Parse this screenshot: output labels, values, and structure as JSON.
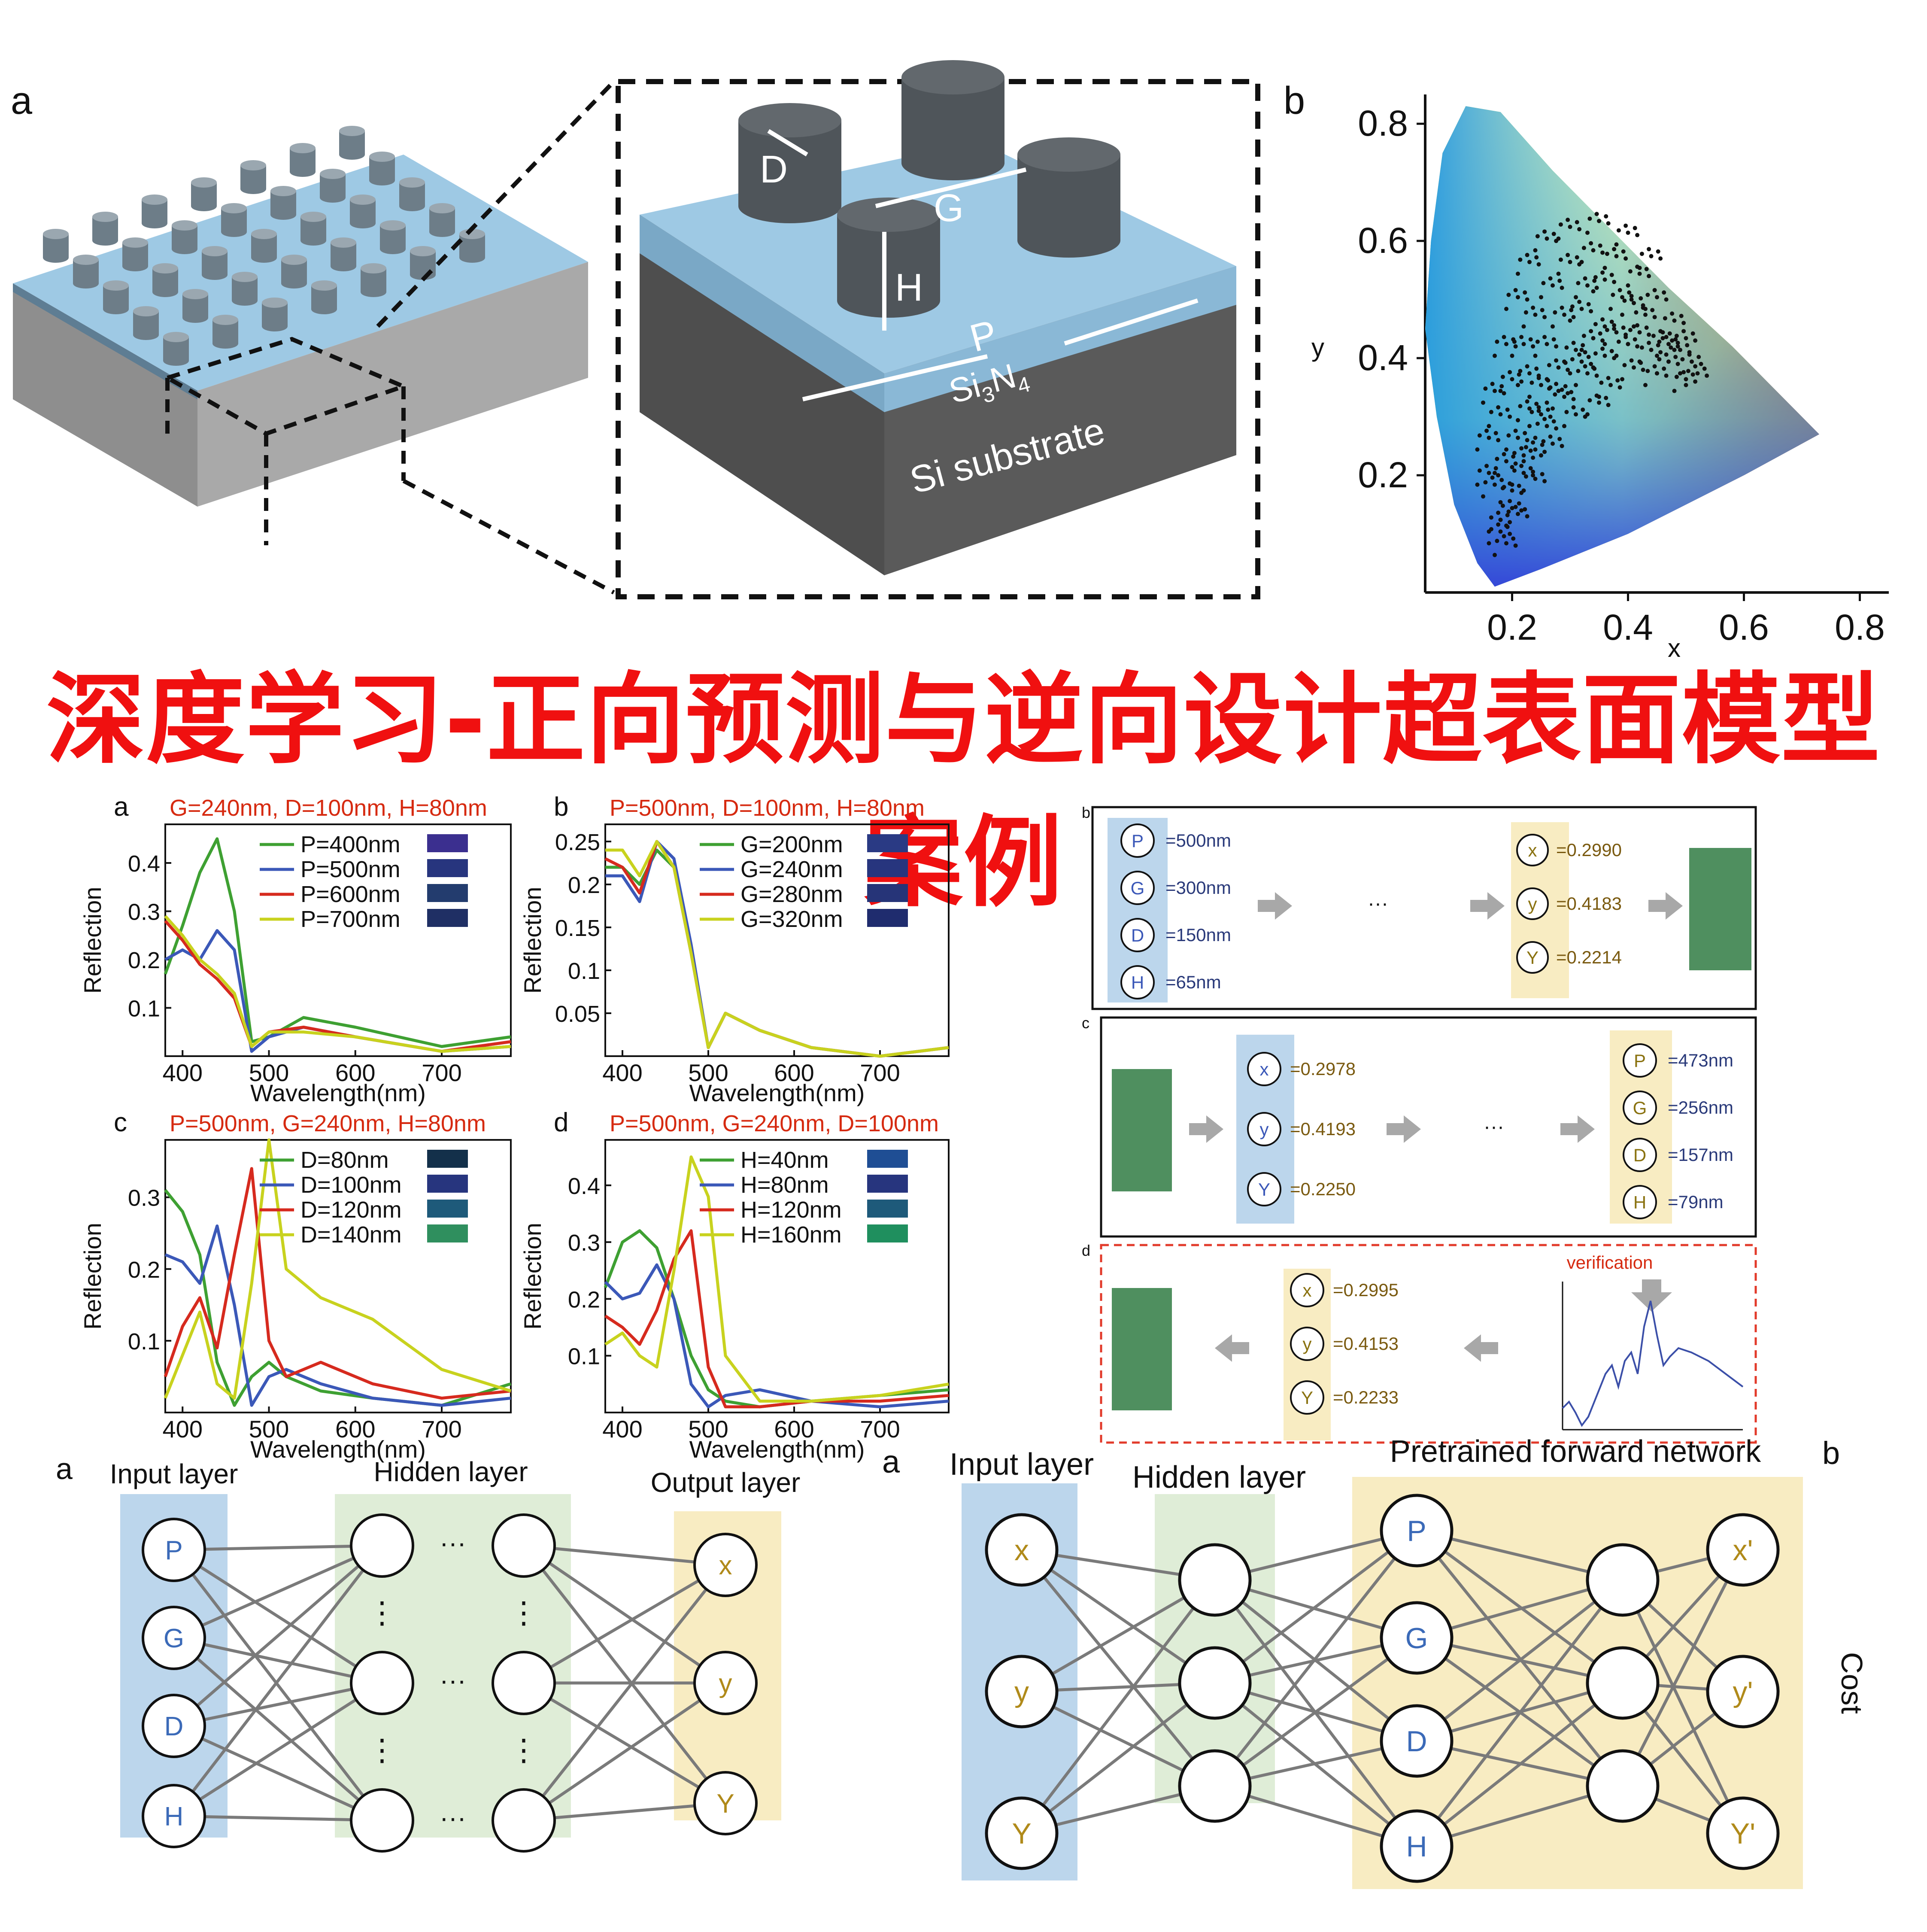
{
  "panel_a_top": {
    "label": "a",
    "dims": {
      "D": "D",
      "G": "G",
      "H": "H",
      "P": "P"
    },
    "layer_label": "Si3N4",
    "substrate_label": "Si substrate"
  },
  "panel_b_top": {
    "label": "b",
    "chart_data": {
      "type": "scatter",
      "title": "",
      "xlabel": "x",
      "ylabel": "y",
      "xlim": [
        0.05,
        0.85
      ],
      "ylim": [
        0.0,
        0.85
      ],
      "xticks": [
        "0.2",
        "0.4",
        "0.6",
        "0.8"
      ],
      "yticks": [
        "0.2",
        "0.4",
        "0.6",
        "0.8"
      ],
      "points": [
        [
          0.18,
          0.12
        ],
        [
          0.17,
          0.18
        ],
        [
          0.19,
          0.22
        ],
        [
          0.21,
          0.26
        ],
        [
          0.23,
          0.31
        ],
        [
          0.25,
          0.35
        ],
        [
          0.28,
          0.38
        ],
        [
          0.31,
          0.41
        ],
        [
          0.34,
          0.43
        ],
        [
          0.38,
          0.44
        ],
        [
          0.42,
          0.44
        ],
        [
          0.46,
          0.43
        ],
        [
          0.49,
          0.41
        ],
        [
          0.51,
          0.39
        ],
        [
          0.52,
          0.37
        ],
        [
          0.2,
          0.14
        ],
        [
          0.22,
          0.2
        ],
        [
          0.24,
          0.24
        ],
        [
          0.26,
          0.28
        ],
        [
          0.29,
          0.33
        ],
        [
          0.33,
          0.37
        ],
        [
          0.36,
          0.4
        ],
        [
          0.4,
          0.42
        ],
        [
          0.44,
          0.41
        ],
        [
          0.47,
          0.39
        ],
        [
          0.5,
          0.36
        ],
        [
          0.18,
          0.3
        ],
        [
          0.2,
          0.36
        ],
        [
          0.22,
          0.42
        ],
        [
          0.24,
          0.47
        ],
        [
          0.27,
          0.52
        ],
        [
          0.3,
          0.56
        ],
        [
          0.34,
          0.58
        ],
        [
          0.38,
          0.57
        ],
        [
          0.42,
          0.54
        ],
        [
          0.45,
          0.5
        ],
        [
          0.48,
          0.46
        ],
        [
          0.26,
          0.6
        ],
        [
          0.3,
          0.62
        ],
        [
          0.35,
          0.63
        ],
        [
          0.4,
          0.61
        ],
        [
          0.44,
          0.57
        ],
        [
          0.21,
          0.5
        ],
        [
          0.23,
          0.56
        ],
        [
          0.19,
          0.42
        ],
        [
          0.17,
          0.34
        ],
        [
          0.16,
          0.26
        ],
        [
          0.16,
          0.2
        ],
        [
          0.18,
          0.1
        ],
        [
          0.2,
          0.17
        ],
        [
          0.22,
          0.23
        ],
        [
          0.25,
          0.3
        ],
        [
          0.28,
          0.34
        ],
        [
          0.32,
          0.39
        ],
        [
          0.36,
          0.45
        ],
        [
          0.39,
          0.5
        ],
        [
          0.33,
          0.52
        ],
        [
          0.29,
          0.47
        ],
        [
          0.26,
          0.42
        ],
        [
          0.23,
          0.37
        ],
        [
          0.43,
          0.47
        ],
        [
          0.47,
          0.42
        ],
        [
          0.5,
          0.43
        ],
        [
          0.37,
          0.35
        ],
        [
          0.41,
          0.38
        ],
        [
          0.45,
          0.37
        ],
        [
          0.31,
          0.3
        ],
        [
          0.35,
          0.32
        ],
        [
          0.27,
          0.25
        ],
        [
          0.24,
          0.19
        ],
        [
          0.21,
          0.13
        ],
        [
          0.19,
          0.08
        ],
        [
          0.32,
          0.48
        ],
        [
          0.36,
          0.53
        ],
        [
          0.41,
          0.49
        ]
      ]
    }
  },
  "banner": "深度学习-正向预测与逆向设计超表面模型案例",
  "spectra": [
    {
      "label": "a",
      "chart_data": {
        "type": "line",
        "title": "G=240nm, D=100nm, H=80nm",
        "xlabel": "Wavelength(nm)",
        "ylabel": "Reflection",
        "xlim": [
          380,
          780
        ],
        "ylim": [
          0,
          0.48
        ],
        "xticks": [
          400,
          500,
          600,
          700
        ],
        "yticks": [
          0.1,
          0.2,
          0.3,
          0.4
        ],
        "x": [
          380,
          400,
          420,
          440,
          460,
          480,
          500,
          540,
          600,
          700,
          780
        ],
        "series": [
          {
            "name": "P=400nm",
            "color": "#3ea032",
            "swatch": "#3b2f8f",
            "values": [
              0.17,
              0.27,
              0.38,
              0.45,
              0.3,
              0.03,
              0.04,
              0.08,
              0.06,
              0.02,
              0.04
            ]
          },
          {
            "name": "P=500nm",
            "color": "#3b58b8",
            "swatch": "#27357e",
            "values": [
              0.2,
              0.22,
              0.2,
              0.26,
              0.22,
              0.01,
              0.04,
              0.06,
              0.04,
              0.01,
              0.02
            ]
          },
          {
            "name": "P=600nm",
            "color": "#d62a1e",
            "swatch": "#233c6e",
            "values": [
              0.28,
              0.24,
              0.19,
              0.16,
              0.12,
              0.02,
              0.05,
              0.06,
              0.04,
              0.01,
              0.03
            ]
          },
          {
            "name": "P=700nm",
            "color": "#c8d21e",
            "swatch": "#1f2f64",
            "values": [
              0.29,
              0.25,
              0.2,
              0.17,
              0.13,
              0.02,
              0.05,
              0.05,
              0.04,
              0.01,
              0.02
            ]
          }
        ]
      }
    },
    {
      "label": "b",
      "chart_data": {
        "type": "line",
        "title": "P=500nm, D=100nm, H=80nm",
        "xlabel": "Wavelength(nm)",
        "ylabel": "Reflection",
        "xlim": [
          380,
          780
        ],
        "ylim": [
          0,
          0.27
        ],
        "xticks": [
          400,
          500,
          600,
          700
        ],
        "yticks": [
          0.05,
          0.1,
          0.15,
          0.2,
          0.25
        ],
        "x": [
          380,
          400,
          420,
          440,
          460,
          480,
          500,
          520,
          560,
          620,
          700,
          780
        ],
        "series": [
          {
            "name": "G=200nm",
            "color": "#3ea032",
            "swatch": "#2a3a84",
            "values": [
              0.22,
              0.22,
              0.2,
              0.24,
              0.22,
              0.12,
              0.01,
              0.05,
              0.03,
              0.01,
              0.0,
              0.01
            ]
          },
          {
            "name": "G=240nm",
            "color": "#3b58b8",
            "swatch": "#27357e",
            "values": [
              0.21,
              0.21,
              0.18,
              0.25,
              0.23,
              0.13,
              0.01,
              0.05,
              0.03,
              0.01,
              0.0,
              0.01
            ]
          },
          {
            "name": "G=280nm",
            "color": "#d62a1e",
            "swatch": "#263478",
            "values": [
              0.23,
              0.22,
              0.19,
              0.25,
              0.22,
              0.12,
              0.01,
              0.05,
              0.03,
              0.01,
              0.0,
              0.01
            ]
          },
          {
            "name": "G=320nm",
            "color": "#c8d21e",
            "swatch": "#1f2c6e",
            "values": [
              0.24,
              0.24,
              0.21,
              0.25,
              0.22,
              0.12,
              0.01,
              0.05,
              0.03,
              0.01,
              0.0,
              0.01
            ]
          }
        ]
      }
    },
    {
      "label": "c",
      "chart_data": {
        "type": "line",
        "title": "P=500nm, G=240nm, H=80nm",
        "xlabel": "Wavelength(nm)",
        "ylabel": "Reflection",
        "xlim": [
          380,
          780
        ],
        "ylim": [
          0,
          0.38
        ],
        "xticks": [
          400,
          500,
          600,
          700
        ],
        "yticks": [
          0.1,
          0.2,
          0.3
        ],
        "x": [
          380,
          400,
          420,
          440,
          460,
          480,
          500,
          520,
          560,
          620,
          700,
          780
        ],
        "series": [
          {
            "name": "D=80nm",
            "color": "#3ea032",
            "swatch": "#13304a",
            "values": [
              0.31,
              0.28,
              0.22,
              0.07,
              0.01,
              0.05,
              0.07,
              0.05,
              0.03,
              0.02,
              0.01,
              0.04
            ]
          },
          {
            "name": "D=100nm",
            "color": "#3b58b8",
            "swatch": "#27357e",
            "values": [
              0.22,
              0.21,
              0.18,
              0.26,
              0.15,
              0.01,
              0.05,
              0.06,
              0.04,
              0.02,
              0.01,
              0.02
            ]
          },
          {
            "name": "D=120nm",
            "color": "#d62a1e",
            "swatch": "#1e5a7a",
            "values": [
              0.05,
              0.12,
              0.16,
              0.09,
              0.22,
              0.34,
              0.1,
              0.05,
              0.07,
              0.04,
              0.02,
              0.03
            ]
          },
          {
            "name": "D=140nm",
            "color": "#c8d21e",
            "swatch": "#2f8f5e",
            "values": [
              0.02,
              0.08,
              0.14,
              0.04,
              0.02,
              0.18,
              0.38,
              0.2,
              0.16,
              0.13,
              0.06,
              0.03
            ]
          }
        ]
      }
    },
    {
      "label": "d",
      "chart_data": {
        "type": "line",
        "title": "P=500nm, G=240nm, D=100nm",
        "xlabel": "Wavelength(nm)",
        "ylabel": "Reflection",
        "xlim": [
          380,
          780
        ],
        "ylim": [
          0,
          0.48
        ],
        "xticks": [
          400,
          500,
          600,
          700
        ],
        "yticks": [
          0.1,
          0.2,
          0.3,
          0.4
        ],
        "x": [
          380,
          400,
          420,
          440,
          460,
          480,
          500,
          520,
          560,
          620,
          700,
          780
        ],
        "series": [
          {
            "name": "H=40nm",
            "color": "#3ea032",
            "swatch": "#1f4e94",
            "values": [
              0.22,
              0.3,
              0.32,
              0.29,
              0.2,
              0.1,
              0.04,
              0.02,
              0.01,
              0.02,
              0.03,
              0.04
            ]
          },
          {
            "name": "H=80nm",
            "color": "#3b58b8",
            "swatch": "#27357e",
            "values": [
              0.23,
              0.2,
              0.21,
              0.26,
              0.2,
              0.05,
              0.01,
              0.03,
              0.04,
              0.02,
              0.01,
              0.02
            ]
          },
          {
            "name": "H=120nm",
            "color": "#d62a1e",
            "swatch": "#1e5a7a",
            "values": [
              0.17,
              0.15,
              0.12,
              0.18,
              0.27,
              0.32,
              0.08,
              0.01,
              0.01,
              0.02,
              0.02,
              0.03
            ]
          },
          {
            "name": "H=160nm",
            "color": "#c8d21e",
            "swatch": "#1f8f5e",
            "values": [
              0.12,
              0.14,
              0.1,
              0.08,
              0.25,
              0.45,
              0.38,
              0.1,
              0.02,
              0.02,
              0.03,
              0.05
            ]
          }
        ]
      }
    }
  ],
  "flow_b": {
    "label": "b",
    "inputs": [
      {
        "sym": "P",
        "val": "=500nm"
      },
      {
        "sym": "G",
        "val": "=300nm"
      },
      {
        "sym": "D",
        "val": "=150nm"
      },
      {
        "sym": "H",
        "val": "=65nm"
      }
    ],
    "dots": "···",
    "outputs": [
      {
        "sym": "x",
        "val": "=0.2990"
      },
      {
        "sym": "y",
        "val": "=0.4183"
      },
      {
        "sym": "Y",
        "val": "=0.2214"
      }
    ],
    "swatch": "#4f8f5f"
  },
  "flow_c": {
    "label": "c",
    "swatch": "#4f8f5f",
    "inputs": [
      {
        "sym": "x",
        "val": "=0.2978"
      },
      {
        "sym": "y",
        "val": "=0.4193"
      },
      {
        "sym": "Y",
        "val": "=0.2250"
      }
    ],
    "dots": "···",
    "outputs": [
      {
        "sym": "P",
        "val": "=473nm"
      },
      {
        "sym": "G",
        "val": "=256nm"
      },
      {
        "sym": "D",
        "val": "=157nm"
      },
      {
        "sym": "H",
        "val": "=79nm"
      }
    ]
  },
  "flow_d": {
    "label": "d",
    "swatch": "#4f8f5f",
    "values": [
      {
        "sym": "x",
        "val": "=0.2995"
      },
      {
        "sym": "y",
        "val": "=0.4153"
      },
      {
        "sym": "Y",
        "val": "=0.2233"
      }
    ],
    "verification": "verification"
  },
  "nn_forward": {
    "label": "a",
    "input_title": "Input layer",
    "hidden_title": "Hidden  layer",
    "output_title": "Output layer",
    "inputs": [
      "P",
      "G",
      "D",
      "H"
    ],
    "outputs": [
      "x",
      "y",
      "Y"
    ],
    "dots": "···",
    "vdots": "⋮"
  },
  "nn_inverse": {
    "label_a": "a",
    "label_b": "b",
    "input_title": "Input layer",
    "hidden_title": "Hidden layer",
    "pretrained_title": "Pretrained forward network",
    "inputs": [
      "x",
      "y",
      "Y"
    ],
    "middle": [
      "P",
      "G",
      "D",
      "H"
    ],
    "outputs": [
      "x'",
      "y'",
      "Y'"
    ],
    "cost": "Cost"
  }
}
